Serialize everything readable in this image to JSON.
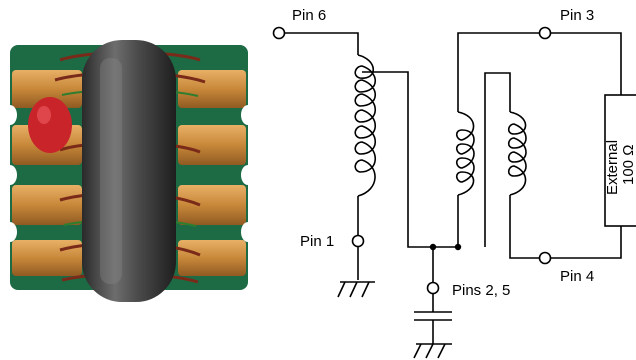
{
  "photo": {
    "description_icon": "transformer-photo"
  },
  "labels": {
    "pin6": "Pin 6",
    "pin3": "Pin 3",
    "pin1": "Pin 1",
    "pin4": "Pin 4",
    "pins25": "Pins 2, 5",
    "resistor_line1": "External",
    "resistor_line2": "100 Ω"
  }
}
